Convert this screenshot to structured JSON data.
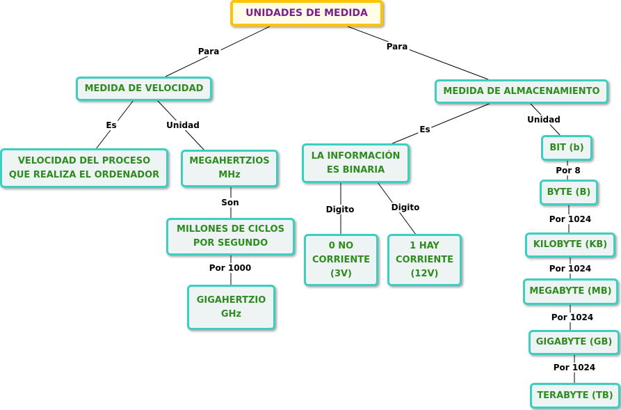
{
  "nodes": {
    "root": "UNIDADES DE MEDIDA",
    "velocidad": "MEDIDA DE VELOCIDAD",
    "almacenamiento": "MEDIDA DE ALMACENAMIENTO",
    "vel_proceso": "VELOCIDAD DEL PROCESO\nQUE REALIZA EL ORDENADOR",
    "megahertzios": "MEGAHERTZIOS\nMHz",
    "millones": "MILLONES DE CICLOS\nPOR SEGUNDO",
    "gigahertzio": "GIGAHERTZIO\nGHz",
    "info_binaria": "LA INFORMACIÓN\nES BINARIA",
    "cero": "0 NO\nCORRIENTE\n(3V)",
    "uno": "1 HAY\nCORRIENTE\n(12V)",
    "bit": "BIT (b)",
    "byte": "BYTE (B)",
    "kilobyte": "KILOBYTE (KB)",
    "megabyte": "MEGABYTE (MB)",
    "gigabyte": "GIGABYTE (GB)",
    "terabyte": "TERABYTE (TB)"
  },
  "links": {
    "para_left": "Para",
    "para_right": "Para",
    "es_left": "Es",
    "unidad_left": "Unidad",
    "son": "Son",
    "por1000": "Por 1000",
    "es_right": "Es",
    "unidad_right": "Unidad",
    "digito_left": "Digito",
    "digito_right": "Digito",
    "por8": "Por 8",
    "por1024_kb": "Por 1024",
    "por1024_mb": "Por 1024",
    "por1024_gb": "Por 1024",
    "por1024_tb": "Por 1024"
  },
  "colors": {
    "node_border": "#3ccfc0",
    "node_text": "#2e8b1f",
    "root_border": "#ffc400",
    "root_text": "#7a2089"
  }
}
